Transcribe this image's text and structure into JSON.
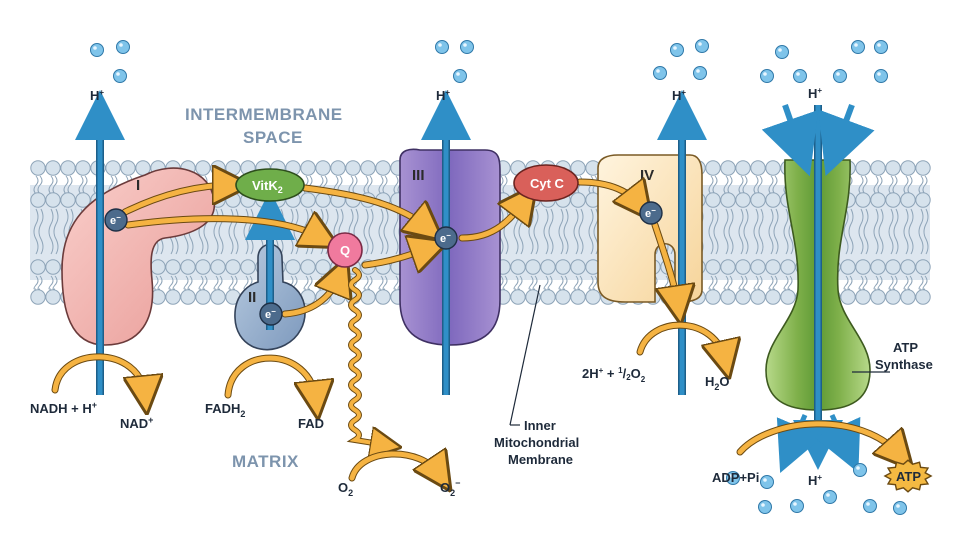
{
  "regions": {
    "intermembrane_line1": "INTERMEMBRANE",
    "intermembrane_line2": "SPACE",
    "matrix": "MATRIX"
  },
  "complexes": {
    "complex_1": "I",
    "complex_2": "II",
    "complex_3": "III",
    "complex_4": "IV"
  },
  "carriers": {
    "vitk2": "VitK",
    "vitk2_sub": "2",
    "q": "Q",
    "cytc": "Cyt C"
  },
  "electron": "e",
  "electron_sup": "−",
  "proton": {
    "base": "H",
    "sup": "+"
  },
  "reactions": {
    "nadh": "NADH + H",
    "nadh_sup": "+",
    "nad": "NAD",
    "nad_sup": "+",
    "fadh2": "FADH",
    "fadh2_sub": "2",
    "fad": "FAD",
    "o2": "O",
    "o2_sub": "2",
    "o2minus": "O",
    "o2minus_sub": "2",
    "o2minus_sup": "−",
    "water_left": "2H",
    "water_left_sup": "+",
    "water_plus": " + ",
    "half_num": "1",
    "half_den": "2",
    "half_o": "O",
    "half_o_sub": "2",
    "h2o": "H",
    "h2o_sub": "2",
    "h2o_o": "O",
    "adp": "ADP+Pi",
    "atp": "ATP"
  },
  "labels": {
    "membrane_line1": "Inner",
    "membrane_line2": "Mitochondrial",
    "membrane_line3": "Membrane",
    "synthase_line1": "ATP",
    "synthase_line2": "Synthase"
  },
  "colors": {
    "membrane_head": "#c9d7e4",
    "membrane_tail": "#c9d7e4",
    "proton_arrow": "#2f8fc7",
    "flow_arrow": "#f5b342",
    "complex1": "#f2b3b0",
    "complex2": "#9fb6d2",
    "complex3": "#9a86c9",
    "complex4": "#fbe4b8",
    "synthase": "#9cc85e",
    "vitk2": "#6fae4a",
    "q": "#f07a9e",
    "cytc": "#d9605a",
    "atp": "#f4b942",
    "bubble": "#7fc4ea"
  }
}
